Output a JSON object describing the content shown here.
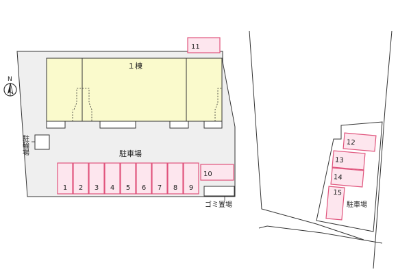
{
  "colors": {
    "lot_fill": "#efefef",
    "building_fill": "#fafacc",
    "space_fill": "#fde6ee",
    "space_stroke": "#e0547c",
    "line": "#333333"
  },
  "compass": {
    "label": "N"
  },
  "building": {
    "label": "１棟"
  },
  "labels": {
    "main_parking": "駐車場",
    "bicycle_parking": "駐輪場",
    "garbage": "ゴミ置場",
    "east_parking": "駐車場"
  },
  "parking_spaces": {
    "row": [
      "1",
      "2",
      "3",
      "4",
      "5",
      "6",
      "7",
      "8",
      "9"
    ],
    "side_10": "10",
    "top_11": "11",
    "east": [
      "12",
      "13",
      "14",
      "15"
    ]
  }
}
